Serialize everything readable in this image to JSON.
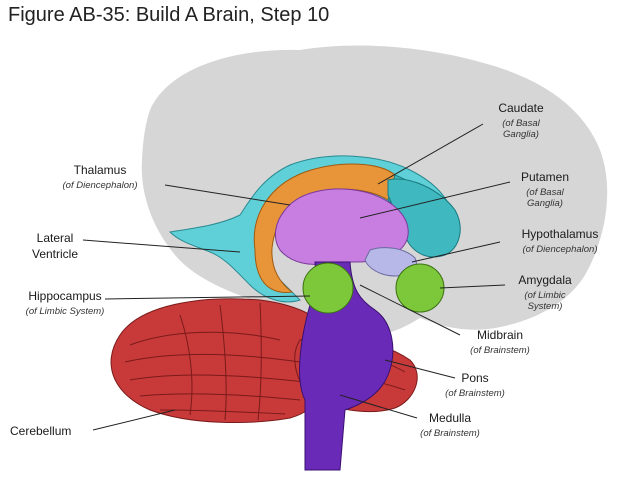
{
  "title": "Figure AB-35: Build A Brain, Step 10",
  "labels": {
    "caudate": {
      "name": "Caudate",
      "sub1": "(of Basal",
      "sub2": "Ganglia)"
    },
    "putamen": {
      "name": "Putamen",
      "sub1": "(of Basal",
      "sub2": "Ganglia)"
    },
    "thalamus": {
      "name": "Thalamus",
      "sub": "(of Diencephalon)"
    },
    "lateral_ventricle": {
      "name1": "Lateral",
      "name2": "Ventricle"
    },
    "hypothalamus": {
      "name": "Hypothalamus",
      "sub": "(of Diencephalon)"
    },
    "amygdala": {
      "name": "Amygdala",
      "sub1": "(of Limbic",
      "sub2": "System)"
    },
    "hippocampus": {
      "name": "Hippocampus",
      "sub": "(of Limbic System)"
    },
    "midbrain": {
      "name": "Midbrain",
      "sub": "(of Brainstem)"
    },
    "pons": {
      "name": "Pons",
      "sub": "(of Brainstem)"
    },
    "medulla": {
      "name": "Medulla",
      "sub": "(of Brainstem)"
    },
    "cerebellum": {
      "name": "Cerebellum"
    }
  },
  "colors": {
    "cortex": "#d6d6d6",
    "ventricle": "#5fd0d8",
    "caudate": "#e8953a",
    "putamen": "#3fb8c0",
    "thalamus": "#c77ee0",
    "hypothalamus": "#b8b8e8",
    "amygdala": "#7cc83a",
    "hippocampus": "#7cc83a",
    "brainstem": "#6a2ab8",
    "cerebellum": "#c83a3a"
  }
}
